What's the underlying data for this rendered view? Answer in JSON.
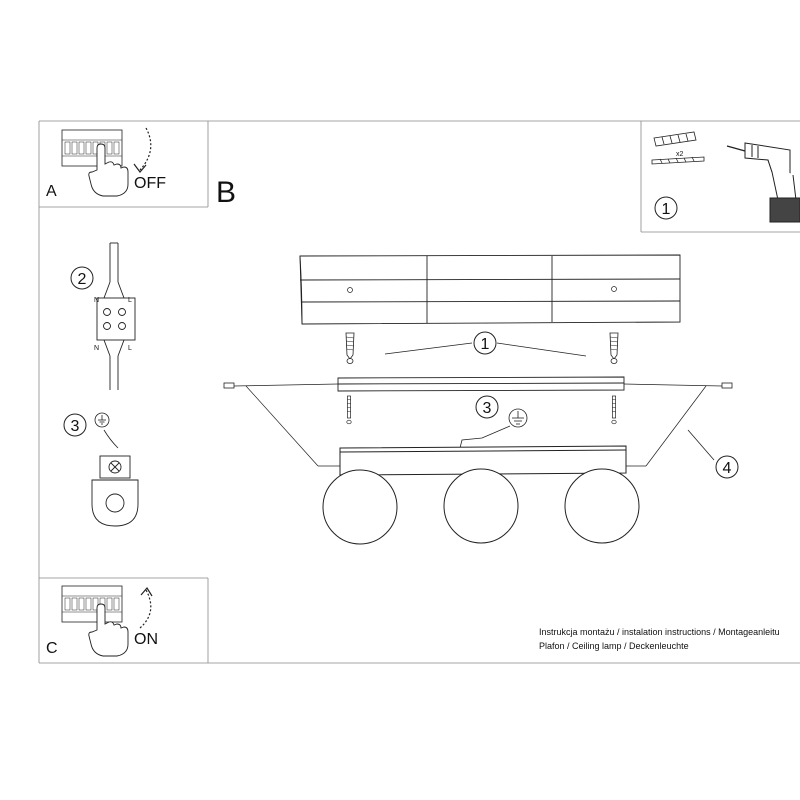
{
  "panels": {
    "A": {
      "letter": "A",
      "action": "OFF"
    },
    "B": {
      "letter": "B"
    },
    "C": {
      "letter": "C",
      "action": "ON"
    }
  },
  "steps": {
    "s1": "1",
    "s2": "2",
    "s3": "3",
    "s4": "4"
  },
  "wiring": {
    "n": "N",
    "l": "L"
  },
  "kit": {
    "quantity": "x2"
  },
  "footer": {
    "line1": "Instrukcja montażu / instalation instructions / Montageanleitu",
    "line2": "Plafon / Ceiling lamp / Deckenleuchte"
  }
}
